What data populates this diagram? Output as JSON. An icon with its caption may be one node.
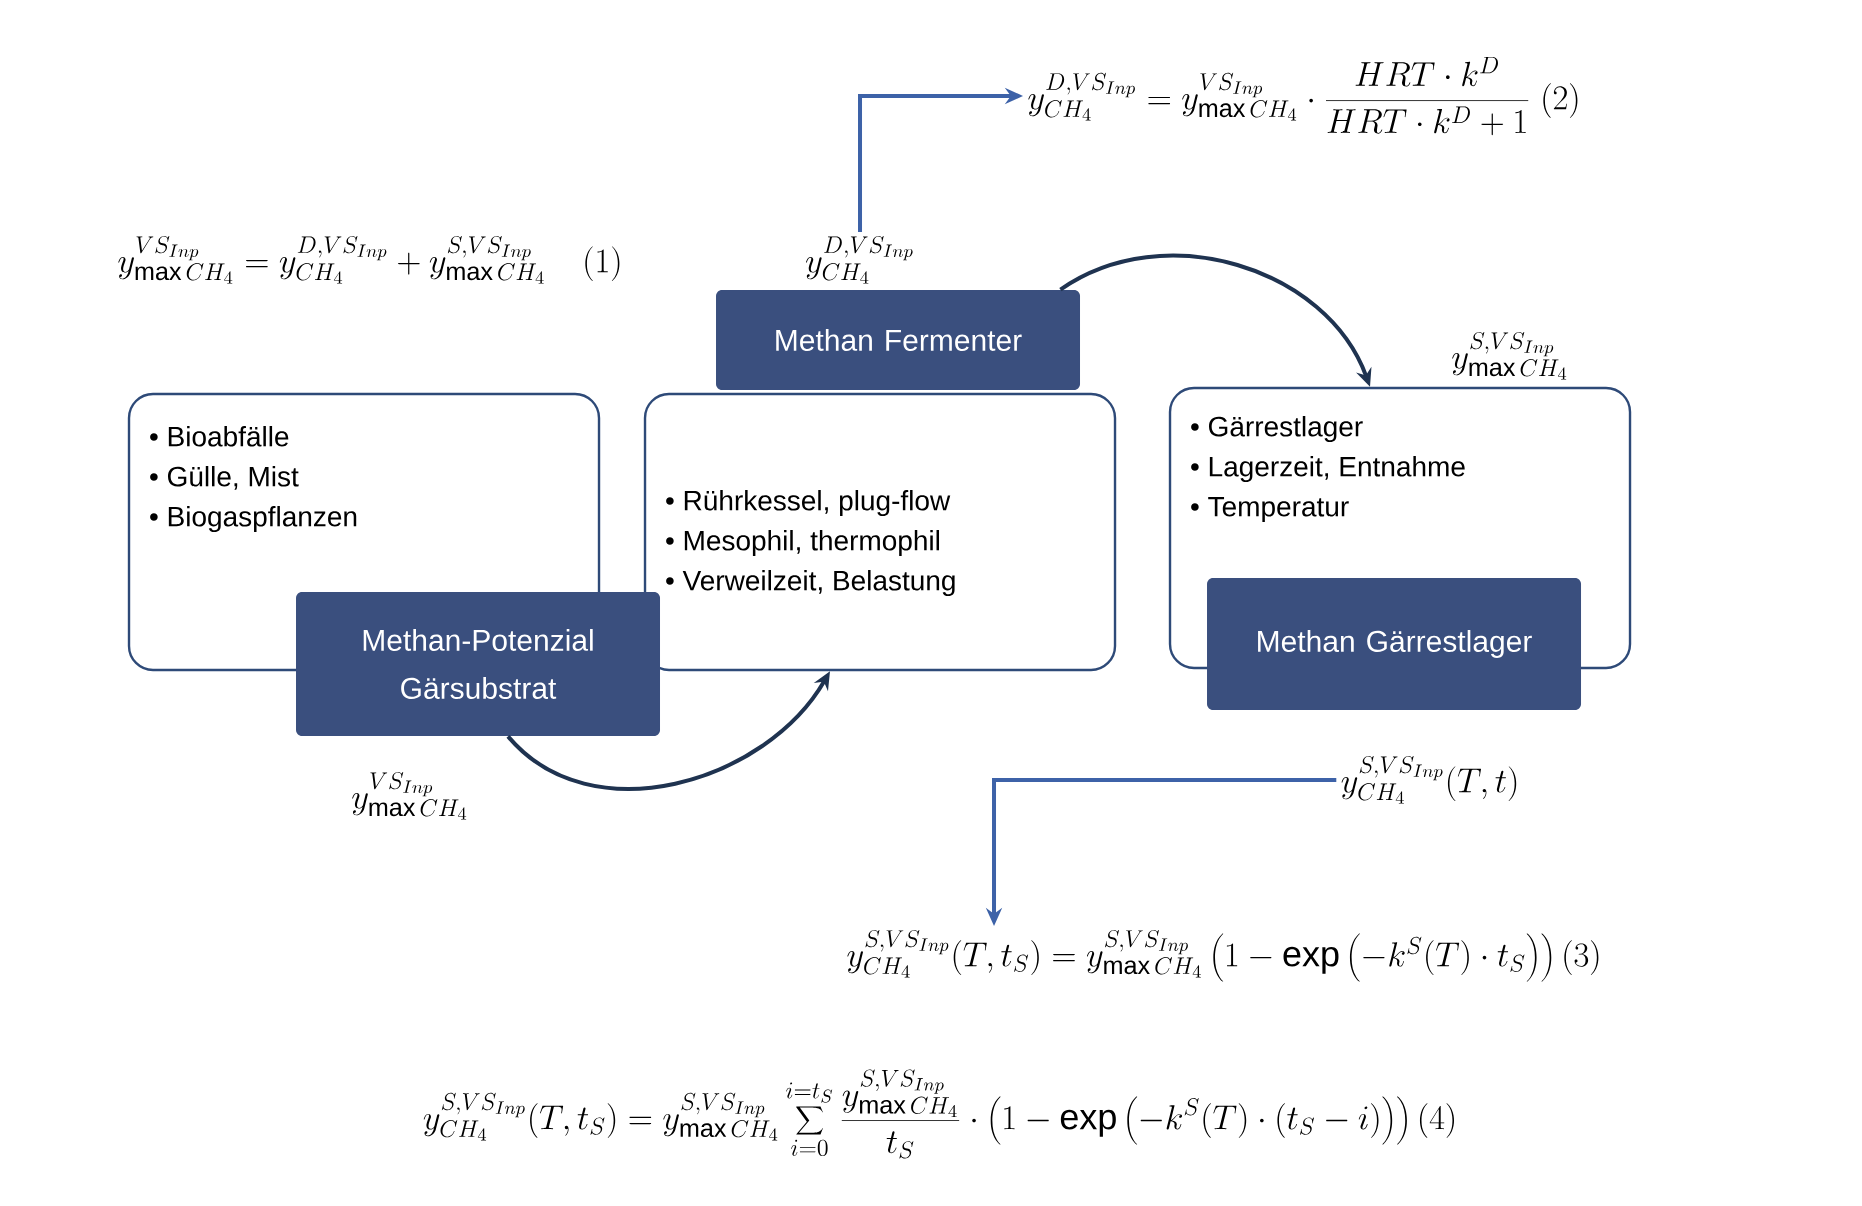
{
  "diagram": {
    "nodes": [
      {
        "text": [
          "• Bioabfälle",
          "• Gülle, Mist",
          "• Biogaspflanzen"
        ]
      },
      {
        "text": [
          "Methan-Potenzial Gärsubstrat"
        ]
      },
      {
        "text": [
          "Methan Fermenter"
        ]
      },
      {
        "text": [
          "• Rührkessel, plug-flow",
          "• Mesophil, thermophil",
          "• Verweilzeit, Belastung"
        ]
      },
      {
        "text": [
          "• Gärrestlager",
          "• Lagerzeit, Entnahme",
          "• Temperatur"
        ]
      },
      {
        "text": [
          "Methan Gärrestlager"
        ]
      },
      {
        "text": [
          "y^{D,VS_{Inp}}_{CH_4}"
        ]
      },
      {
        "text": [
          "y^{D,VS_{Inp}}_{CH_4} = y^{VS_{Inp}}_{\\max CH_4}\\cdot\\frac{HRT\\cdot k^D}{HRT\\cdot k^D+1}\\;(2)"
        ]
      },
      {
        "text": [
          "y^{S,VS_{Inp}}_{CH_4}(T,t)"
        ]
      },
      {
        "text": [
          "y^{S,VS_{Inp}}_{CH_4}(T,t_S) = y^{S,VS_{Inp}}_{\\max CH_4}\\left(1-\\exp\\left(-k^S(T)\\cdot t_S\\right)\\right)(3)"
        ]
      }
    ],
    "edges": [
      {
        "from": 1,
        "to": 3,
        "arrow": "to",
        "color": "#1f3350"
      },
      {
        "from": 2,
        "to": 4,
        "arrow": "to",
        "color": "#1f3350"
      },
      {
        "from": 6,
        "to": 7,
        "arrow": "to",
        "color": "#3d62a8"
      },
      {
        "from": 8,
        "to": 9,
        "arrow": "to",
        "color": "#3d62a8"
      }
    ],
    "labels": [
      "y^{VS_{Inp}}_{\\max CH_4} = y^{D,VS_{Inp}}_{CH_4} + y^{S,VS_{Inp}}_{\\max CH_4}\\quad(1)",
      "y^{S,VS_{Inp}}_{\\max CH_4}",
      "y^{VS_{Inp}}_{\\max CH_4}",
      "y^{S,VS_{Inp}}_{CH_4}(T,t_S) = y^{S,VS_{Inp}}_{\\max CH_4}\\sum_{i=0}^{i=t_S}\\frac{y^{S,VS_{Inp}}_{\\max CH_4}}{t_S}\\cdot\\left(1-\\exp\\left(-k^S(T)\\cdot(t_S-i)\\right)\\right)(4)"
    ]
  }
}
